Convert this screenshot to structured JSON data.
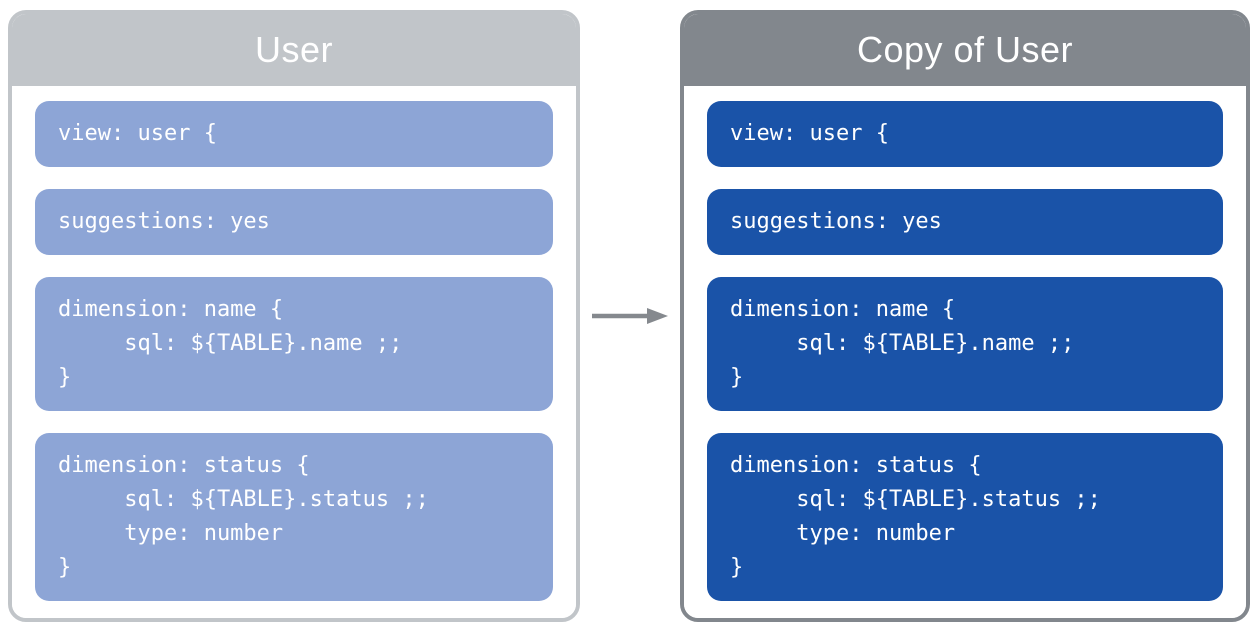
{
  "theme": {
    "left_header_bg": "#c1c5c9",
    "left_block_bg": "#8da5d6",
    "right_header_bg": "#82878d",
    "right_block_bg": "#1a53a8",
    "arrow_color": "#85898e",
    "text_color": "#ffffff"
  },
  "arrow": {
    "name": "right-arrow"
  },
  "panels": [
    {
      "title": "User",
      "blocks": [
        {
          "lines": [
            "view: user {"
          ]
        },
        {
          "lines": [
            "suggestions: yes"
          ]
        },
        {
          "lines": [
            "dimension: name {",
            "     sql: ${TABLE}.name ;;",
            "}"
          ]
        },
        {
          "lines": [
            "dimension: status {",
            "     sql: ${TABLE}.status ;;",
            "     type: number",
            "}"
          ]
        }
      ]
    },
    {
      "title": "Copy of User",
      "blocks": [
        {
          "lines": [
            "view: user {"
          ]
        },
        {
          "lines": [
            "suggestions: yes"
          ]
        },
        {
          "lines": [
            "dimension: name {",
            "     sql: ${TABLE}.name ;;",
            "}"
          ]
        },
        {
          "lines": [
            "dimension: status {",
            "     sql: ${TABLE}.status ;;",
            "     type: number",
            "}"
          ]
        }
      ]
    }
  ]
}
